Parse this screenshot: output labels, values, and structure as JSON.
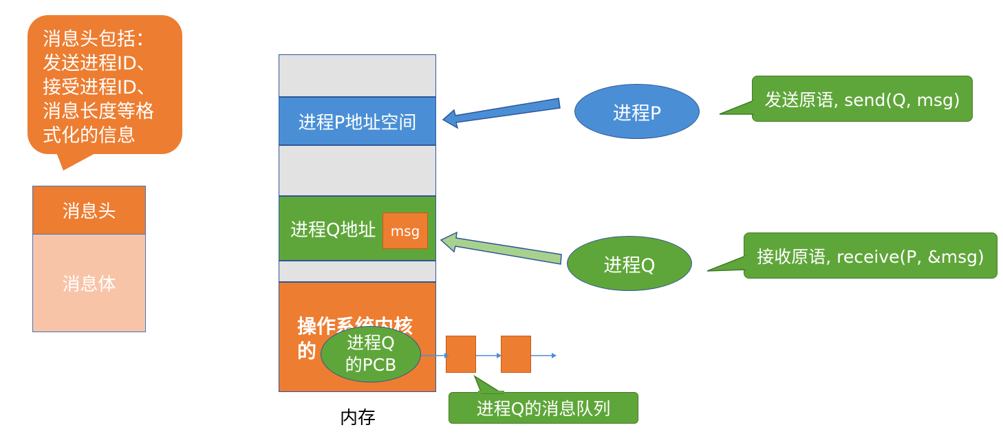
{
  "header_callout": {
    "lines": [
      "消息头包括：",
      "发送进程ID、",
      "接受进程ID、",
      "消息长度等格",
      "式化的信息"
    ]
  },
  "message_structure": {
    "head": "消息头",
    "body": "消息体"
  },
  "memory": {
    "p_space": "进程P地址空间",
    "q_space": "进程Q地址",
    "msg": "msg",
    "kernel_lines": [
      "操作系统内核",
      "的"
    ],
    "pcb_lines": [
      "进程Q",
      "的PCB"
    ],
    "label": "内存"
  },
  "processes": {
    "p": "进程P",
    "q": "进程Q"
  },
  "callouts": {
    "send": "发送原语, send(Q, msg)",
    "receive": "接收原语, receive(P, &msg)",
    "queue": "进程Q的消息队列"
  },
  "colors": {
    "orange": "#ED7D31",
    "light_orange": "#F8C4A8",
    "blue": "#4A8FD6",
    "green": "#5FA63A",
    "gray": "#E2E2E2",
    "border_blue": "#2F5597"
  }
}
